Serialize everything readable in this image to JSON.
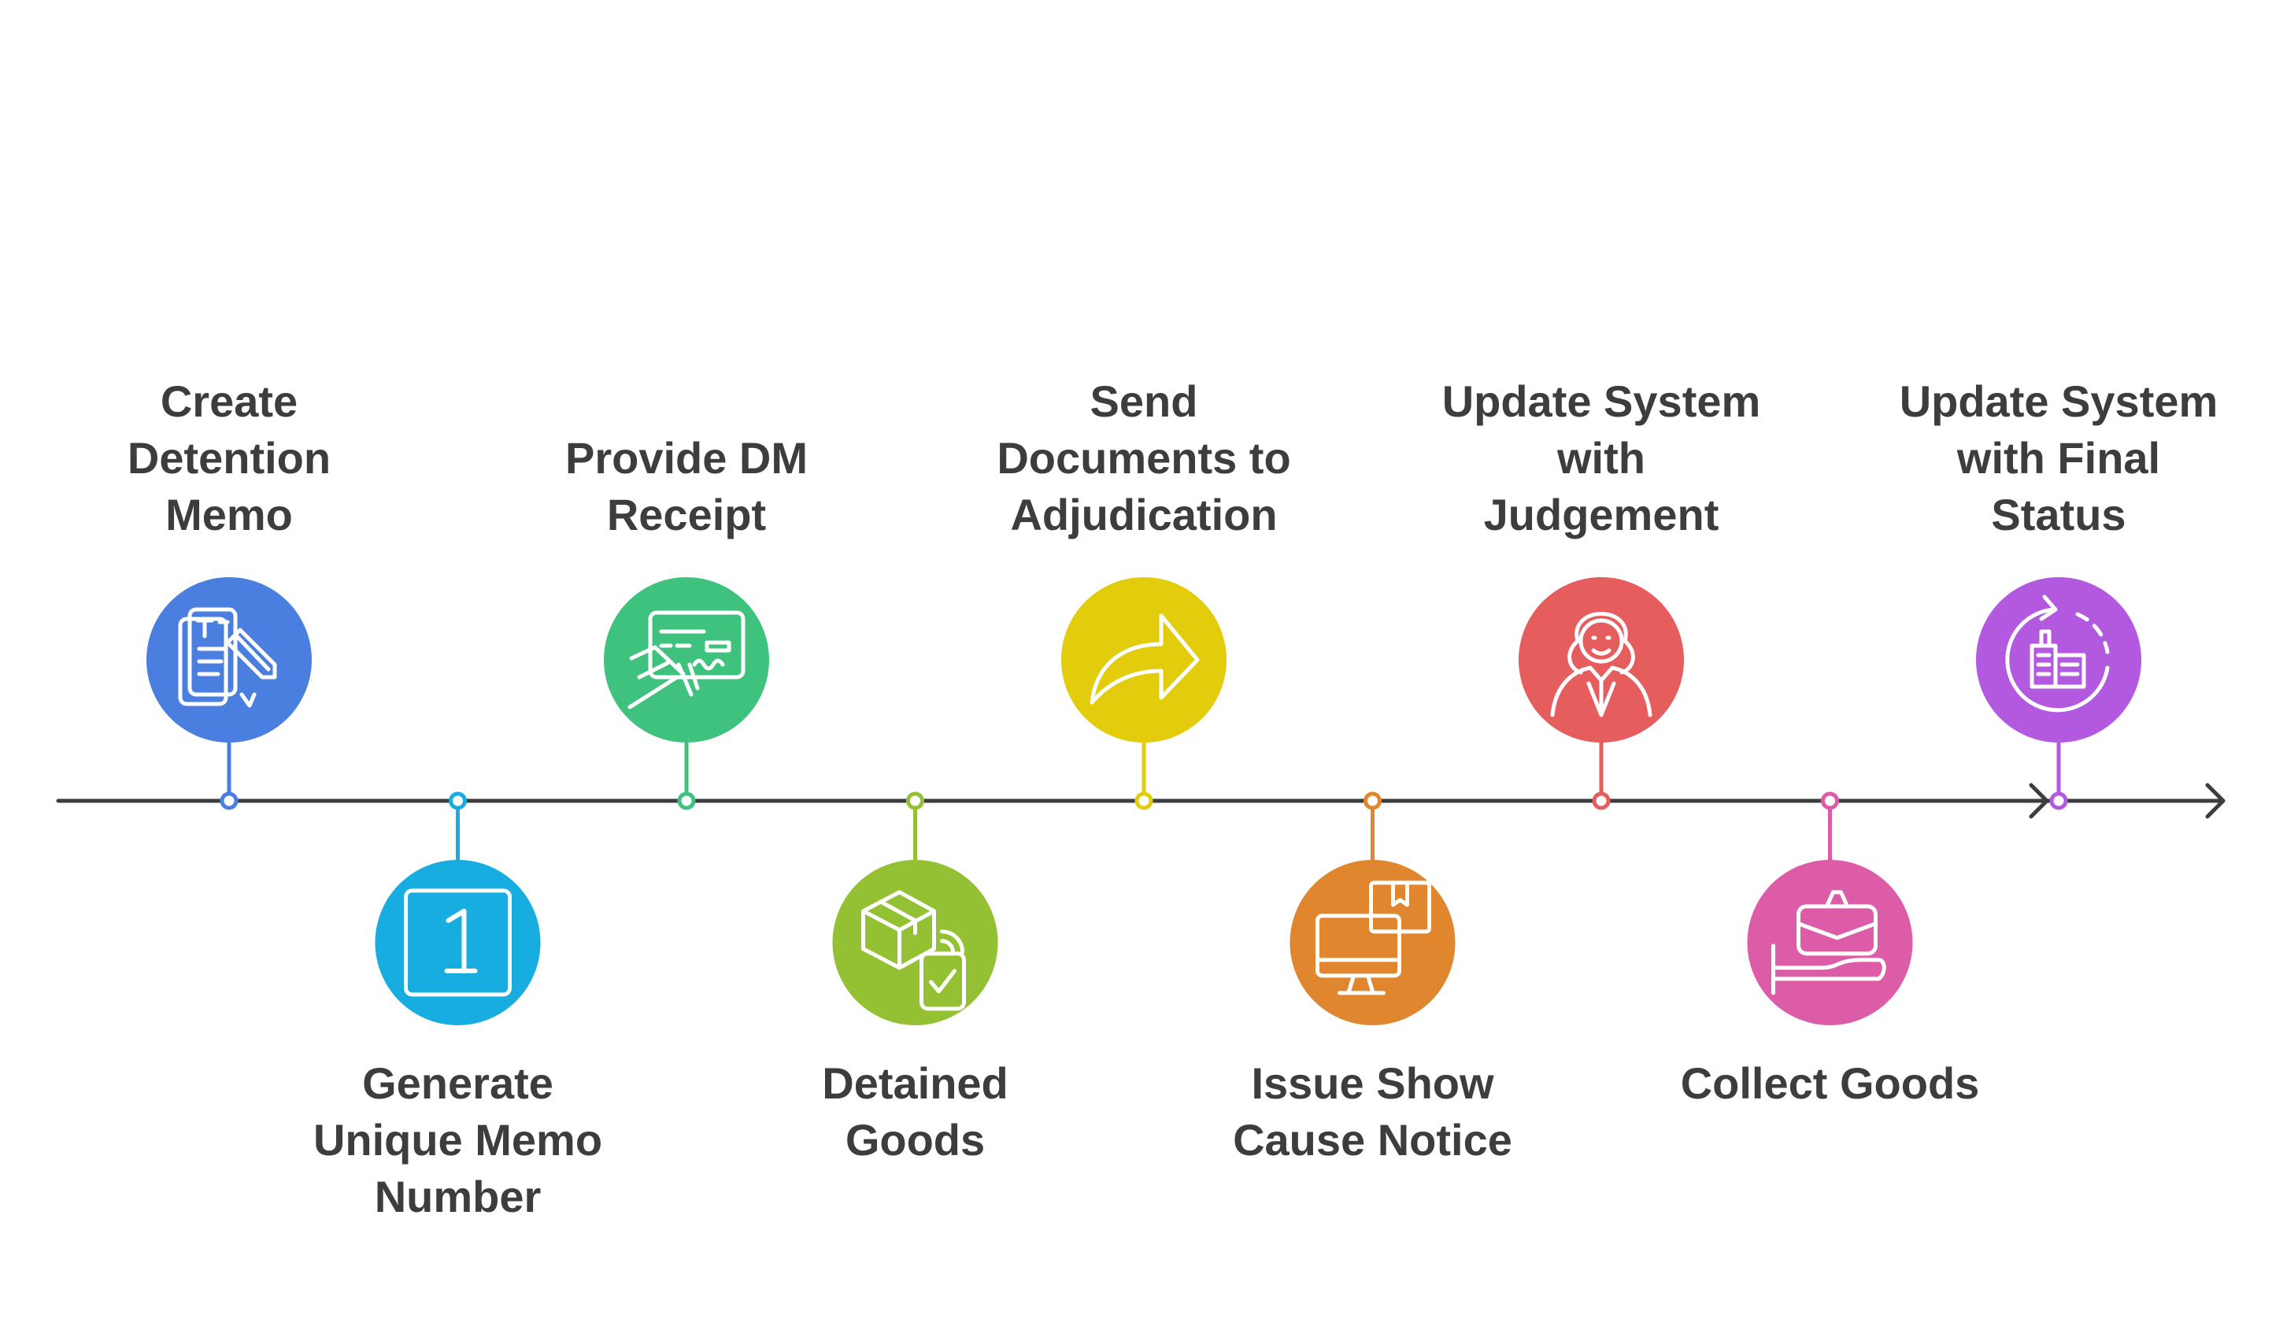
{
  "timeline": {
    "steps": [
      {
        "label": "Create\nDetention\nMemo",
        "icon": "memo-pencil-icon",
        "color": "#4a7fe0",
        "side": "top"
      },
      {
        "label": "Generate\nUnique Memo\nNumber",
        "icon": "number-one-icon",
        "color": "#18ade0",
        "side": "bottom",
        "icon_text": "1"
      },
      {
        "label": "Provide DM\nReceipt",
        "icon": "receipt-card-icon",
        "color": "#3fc27e",
        "side": "top"
      },
      {
        "label": "Detained\nGoods",
        "icon": "package-check-icon",
        "color": "#94c133",
        "side": "bottom"
      },
      {
        "label": "Send\nDocuments to\nAdjudication",
        "icon": "forward-arrow-icon",
        "color": "#e2cc0c",
        "side": "top"
      },
      {
        "label": "Issue Show\nCause Notice",
        "icon": "computer-box-icon",
        "color": "#e0862f",
        "side": "bottom"
      },
      {
        "label": "Update System\nwith\nJudgement",
        "icon": "judge-icon",
        "color": "#e55d5d",
        "side": "top"
      },
      {
        "label": "Collect Goods",
        "icon": "hand-briefcase-icon",
        "color": "#dd5ca8",
        "side": "bottom"
      },
      {
        "label": "Update System\nwith Final\nStatus",
        "icon": "refresh-status-icon",
        "color": "#b259e0",
        "side": "top"
      }
    ],
    "line_color": "#3d3d3d"
  }
}
